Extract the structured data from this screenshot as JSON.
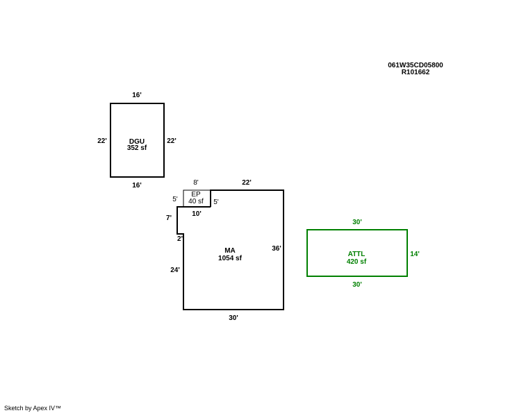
{
  "parcel": {
    "id": "061W35CD05800",
    "ref": "R101662"
  },
  "colors": {
    "outline": "#000000",
    "attached": "#008000"
  },
  "areas": {
    "dgu": {
      "name": "DGU",
      "area": "352 sf",
      "top": "16'",
      "bottom": "16'",
      "left": "22'",
      "right": "22'"
    },
    "ep": {
      "name": "EP",
      "area": "40 sf",
      "top": "8'",
      "left": "5'",
      "right": "5'"
    },
    "ma": {
      "name": "MA",
      "area": "1054 sf",
      "top": "22'",
      "notch_width": "10'",
      "notch_height": "7'",
      "step": "2'",
      "left": "24'",
      "right": "36'",
      "bottom": "30'"
    },
    "attl": {
      "name": "ATTL",
      "area": "420 sf",
      "top": "30'",
      "bottom": "30'",
      "right": "14'"
    }
  },
  "footer": {
    "credit": "Sketch by Apex IV™"
  }
}
